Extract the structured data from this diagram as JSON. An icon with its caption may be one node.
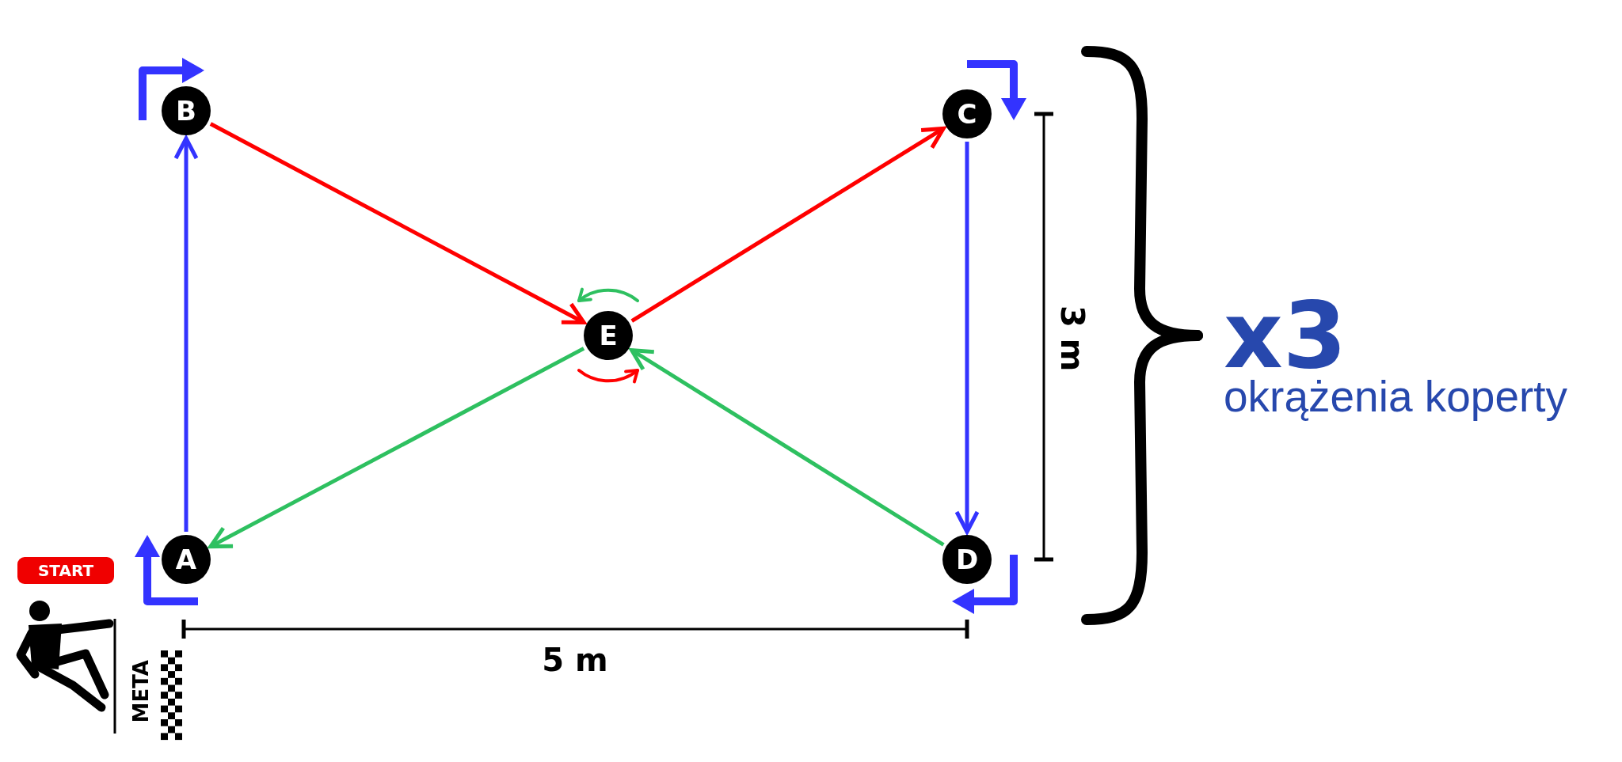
{
  "diagram": {
    "nodes": [
      {
        "text": [
          "B"
        ]
      },
      {
        "text": [
          "C"
        ]
      },
      {
        "text": [
          "E"
        ]
      },
      {
        "text": [
          "START"
        ]
      },
      {
        "text": [
          "A"
        ]
      },
      {
        "text": [
          "D"
        ]
      }
    ],
    "edges": [
      {
        "from": 4,
        "to": 0,
        "arrow": "to",
        "color": "#3333ff"
      },
      {
        "from": 0,
        "to": 2,
        "arrow": "to",
        "color": "#ff0000"
      },
      {
        "from": 2,
        "to": 1,
        "arrow": "to",
        "color": "#ff0000"
      },
      {
        "from": 1,
        "to": 5,
        "arrow": "to",
        "color": "#3333ff"
      },
      {
        "from": 5,
        "to": 2,
        "arrow": "to",
        "color": "#2ec060"
      },
      {
        "from": 2,
        "to": 4,
        "arrow": "to",
        "color": "#2ec060"
      }
    ],
    "labels": [
      "3 m",
      "x3",
      "okrążenia koperty",
      "5 m",
      "META"
    ]
  }
}
